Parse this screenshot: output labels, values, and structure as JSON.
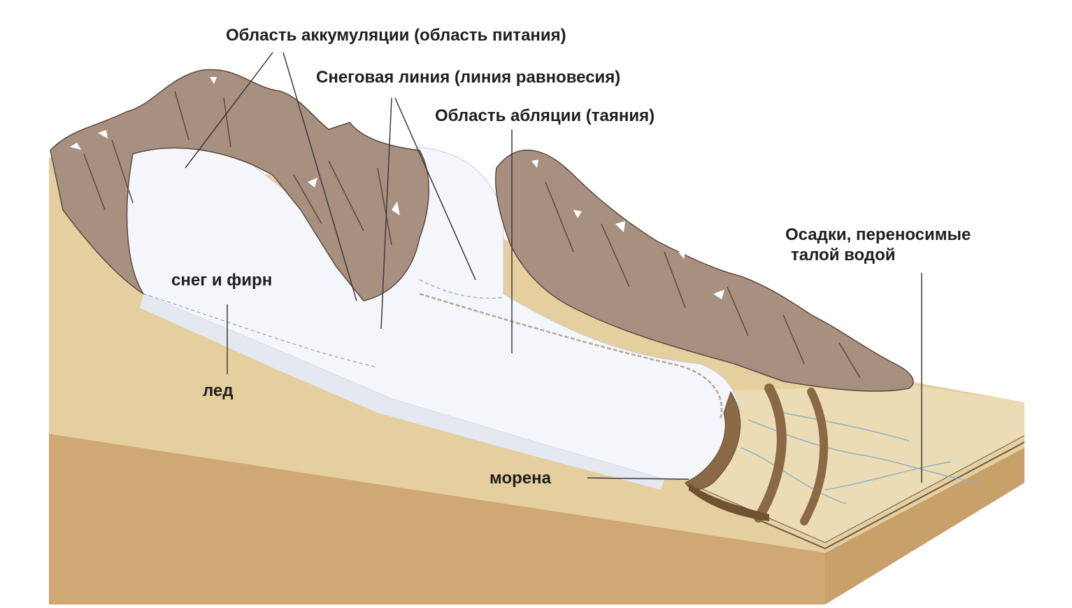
{
  "labels": {
    "accumulation": "Область аккумуляции (область питания)",
    "snowline": "Снеговая линия (линия равновесия)",
    "ablation": "Область абляции (таяния)",
    "snow_firn": "снег и фирн",
    "ice": "лед",
    "moraine": "морена",
    "meltwater_line1": "Осадки, переносимые",
    "meltwater_line2": "талой водой"
  },
  "colors": {
    "ground_top": "#e6cf9f",
    "ground_front": "#cfa873",
    "ground_side": "#c8a06a",
    "mountain": "#a89080",
    "mountain_dark": "#5a4a3e",
    "glacier": "#f4f6fb",
    "glacier_shade": "#e4e8f0",
    "moraine": "#8a6a44",
    "water": "#8fb2c4",
    "leader": "#3a3a3a"
  }
}
